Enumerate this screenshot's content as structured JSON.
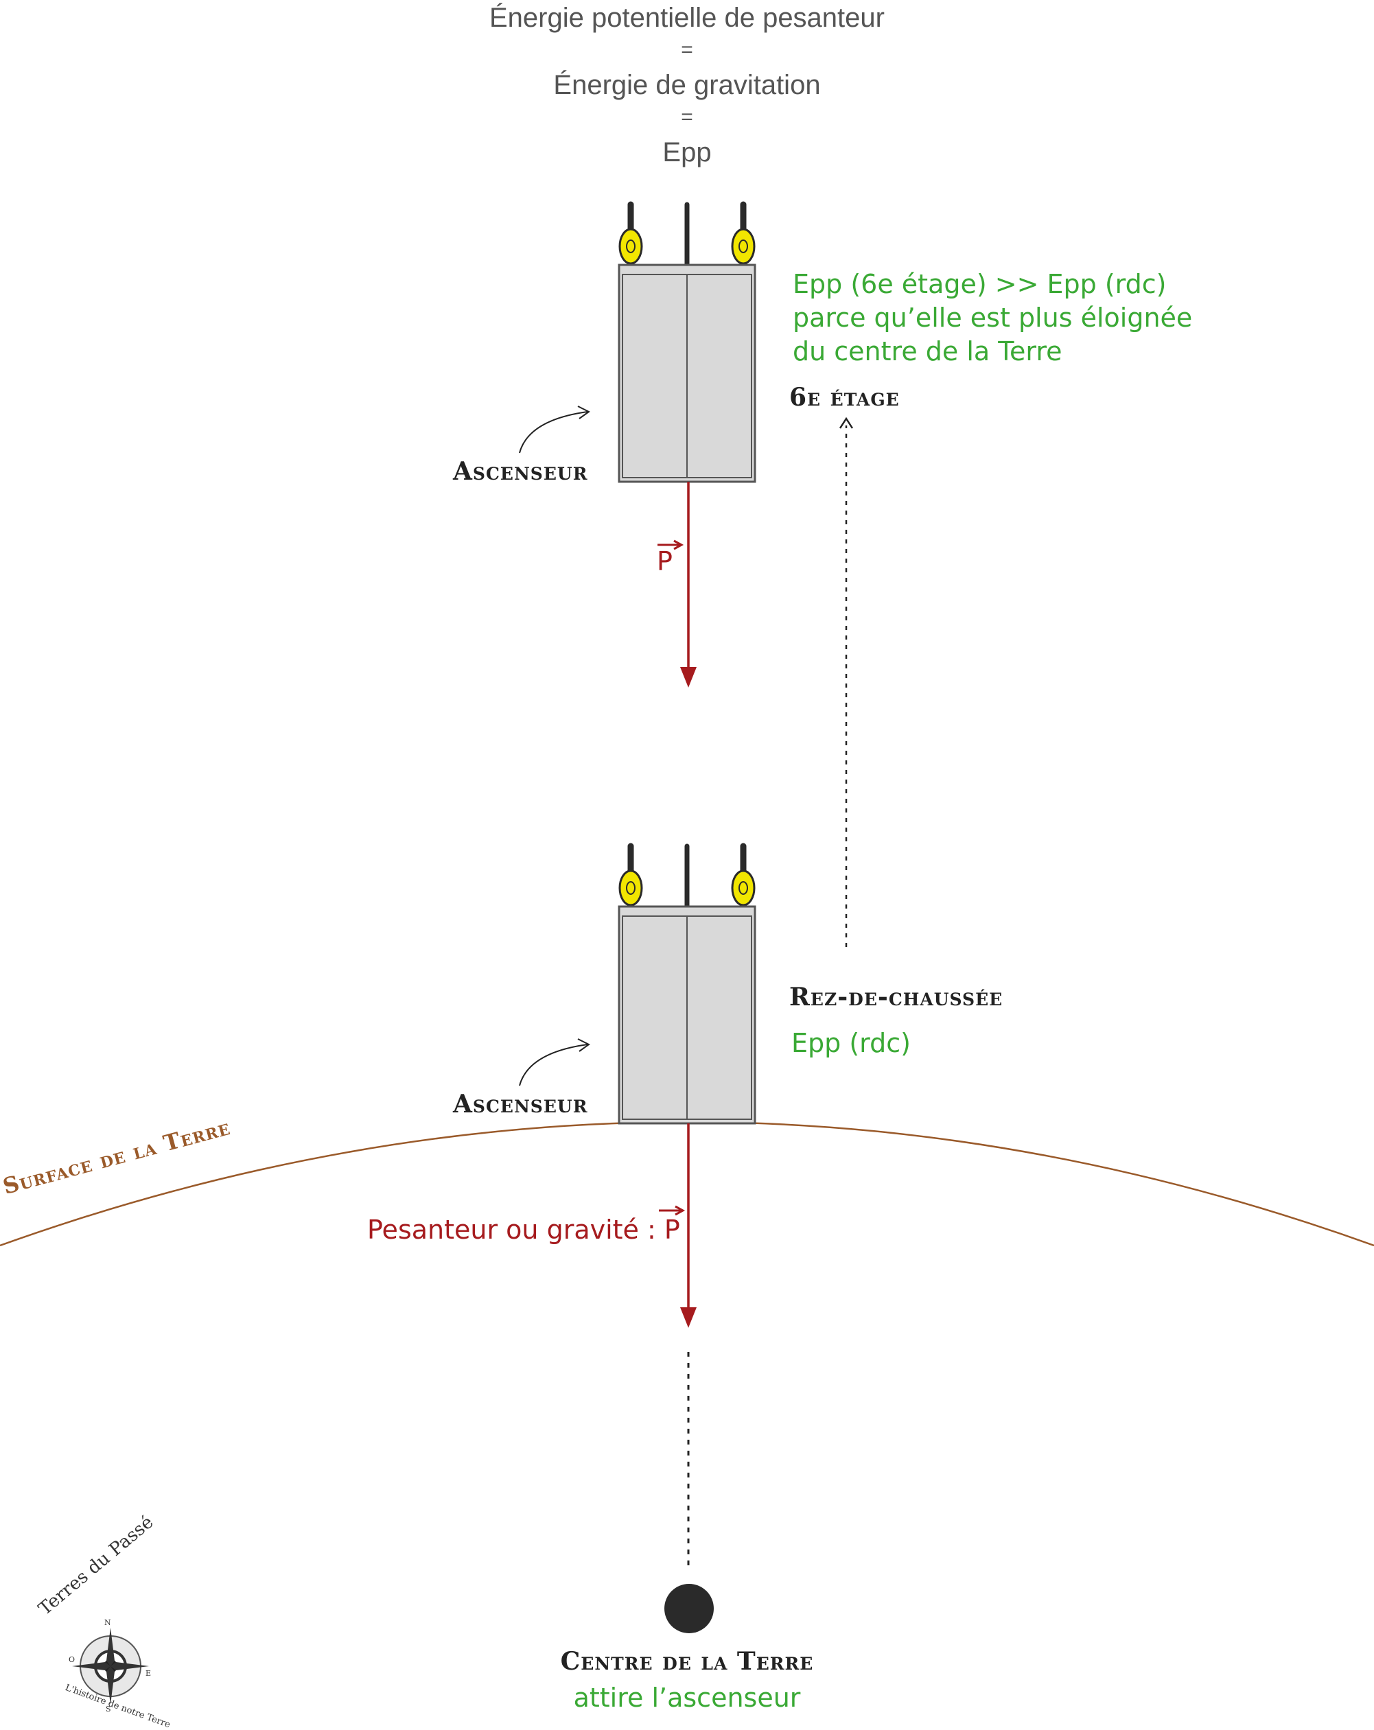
{
  "title": {
    "line1": "Énergie potentielle de pesanteur",
    "eq1": "=",
    "line2": "Énergie de gravitation",
    "eq2": "=",
    "line3": "Epp"
  },
  "top_floor": {
    "comparison_line1": "Epp (6e étage) >> Epp (rdc)",
    "comparison_line2": "parce qu’elle est plus éloignée",
    "comparison_line3": "du centre de la Terre",
    "floor_label": "6e étage",
    "elevator_label": "Ascenseur",
    "vector_label": "P"
  },
  "ground_floor": {
    "floor_label": "Rez-de-chaussée",
    "energy_label": "Epp (rdc)",
    "elevator_label": "Ascenseur",
    "gravity_label": "Pesanteur ou gravité : ",
    "vector_label": "P"
  },
  "surface_label": "Surface de la Terre",
  "center": {
    "label": "Centre de la Terre",
    "sublabel": "attire l’ascenseur"
  },
  "logo": {
    "name": "Terres du Passé",
    "tagline": "L'histoire de notre Terre",
    "compass_n": "N",
    "compass_s": "S",
    "compass_e": "E",
    "compass_o": "O"
  },
  "colors": {
    "green": "#3aa935",
    "red": "#a61b1e",
    "brown": "#9a5a2a",
    "cabin_fill": "#d9d9d9",
    "pulley_yellow": "#f2e600"
  }
}
